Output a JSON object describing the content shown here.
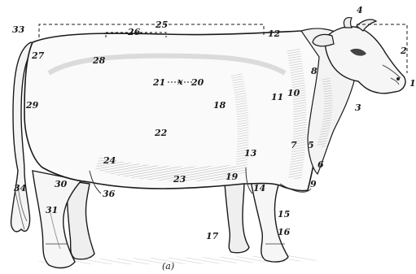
{
  "figure": {
    "caption": "(a)",
    "labels": {
      "l1": "1",
      "l2": "2",
      "l3": "3",
      "l4": "4",
      "l5": "5",
      "l6": "6",
      "l7": "7",
      "l8": "8",
      "l9": "9",
      "l10": "10",
      "l11": "11",
      "l12": "12",
      "l13": "13",
      "l14": "14",
      "l15": "15",
      "l16": "16",
      "l17": "17",
      "l18": "18",
      "l19": "19",
      "l20": "20",
      "l21": "21",
      "l22": "22",
      "l23": "23",
      "l24": "24",
      "l25": "25",
      "l26": "26",
      "l27": "27",
      "l28": "28",
      "l29": "29",
      "l30": "30",
      "l31": "31",
      "l33": "33",
      "l34": "34",
      "l36": "36"
    }
  },
  "colors": {
    "ink": "#1a1a1a",
    "paper": "#ffffff",
    "shade": "#6d6d6d"
  }
}
